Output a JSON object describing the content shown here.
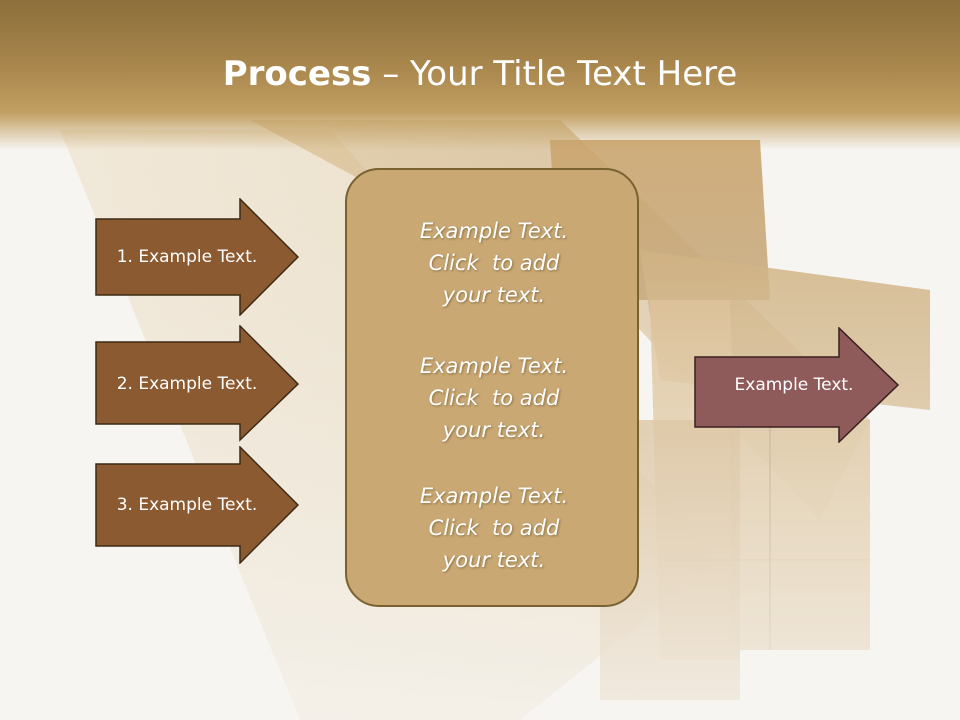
{
  "title": {
    "bold": "Process",
    "rest": " – Your Title Text Here"
  },
  "steps": [
    {
      "label": "1. Example Text."
    },
    {
      "label": "2. Example Text."
    },
    {
      "label": "3. Example Text."
    }
  ],
  "center": {
    "blocks": [
      {
        "line1": "Example Text.",
        "line2": "Click  to add",
        "line3": "your text."
      },
      {
        "line1": "Example Text.",
        "line2": "Click  to add",
        "line3": "your text."
      },
      {
        "line1": "Example Text.",
        "line2": "Click  to add",
        "line3": "your text."
      }
    ]
  },
  "result": {
    "label": "Example Text."
  },
  "colors": {
    "header": "#a9874d",
    "step_arrow": "#8b5a30",
    "center_box": "#c9a874",
    "result_arrow": "#8e5b5a"
  }
}
